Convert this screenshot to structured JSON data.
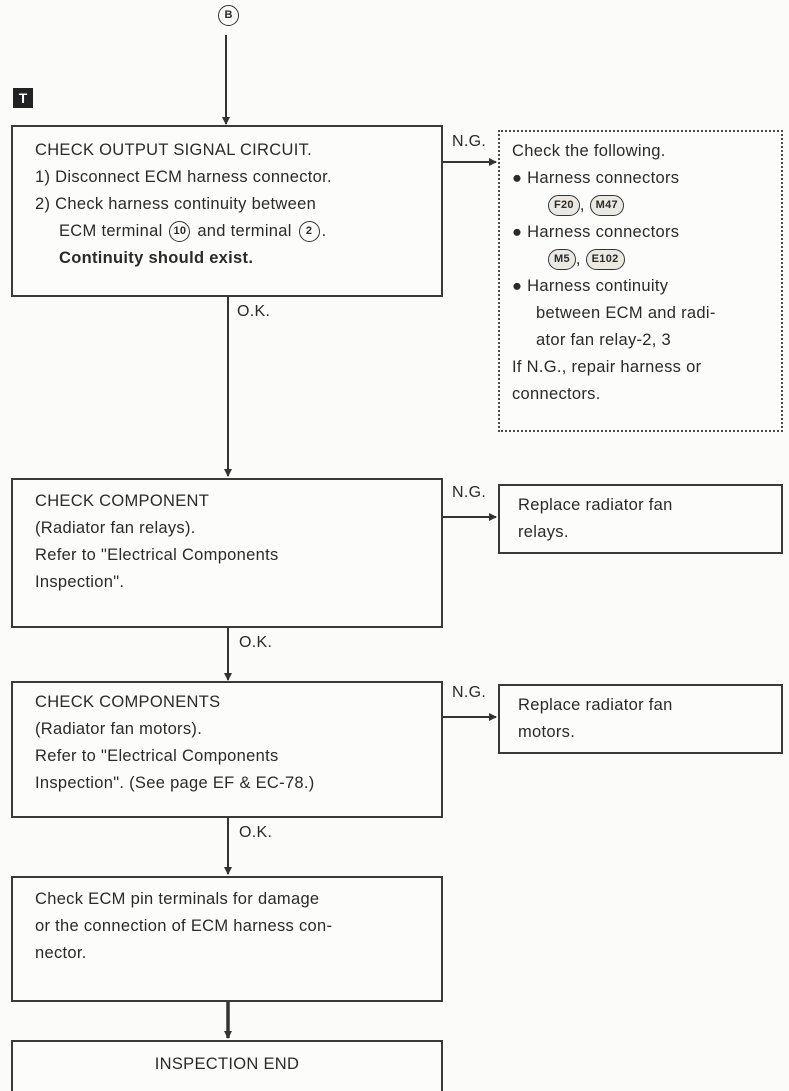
{
  "top_connector": "B",
  "section_marker": "T",
  "step1": {
    "title": "CHECK OUTPUT SIGNAL CIRCUIT.",
    "line1": "1) Disconnect ECM harness connector.",
    "line2": "2) Check harness continuity between",
    "line3_pre": "ECM terminal",
    "line3_term1": "10",
    "line3_mid": "and terminal",
    "line3_term2": "2",
    "line3_post": ".",
    "line4": "Continuity should exist."
  },
  "ng_box1": {
    "title": "Check the following.",
    "bullet1": "Harness connectors",
    "bullet1_conn1": "F20",
    "bullet1_sep": ",",
    "bullet1_conn2": "M47",
    "bullet2": "Harness connectors",
    "bullet2_conn1": "M5",
    "bullet2_sep": ",",
    "bullet2_conn2": "E102",
    "bullet3_l1": "Harness continuity",
    "bullet3_l2": "between ECM and radi-",
    "bullet3_l3": "ator fan relay-2, 3",
    "footer_l1": "If N.G., repair harness or",
    "footer_l2": "connectors."
  },
  "step2": {
    "l1": "CHECK COMPONENT",
    "l2": "(Radiator fan relays).",
    "l3": "Refer to \"Electrical Components",
    "l4": "Inspection\"."
  },
  "ng_box2": {
    "l1": "Replace radiator fan",
    "l2": "relays."
  },
  "step3": {
    "l1": "CHECK COMPONENTS",
    "l2": "(Radiator fan motors).",
    "l3": "Refer to \"Electrical Components",
    "l4": "Inspection\". (See page EF & EC-78.)"
  },
  "ng_box3": {
    "l1": "Replace radiator fan",
    "l2": "motors."
  },
  "step4": {
    "l1": "Check ECM pin terminals for damage",
    "l2": "or the connection of ECM harness con-",
    "l3": "nector."
  },
  "end": {
    "label": "INSPECTION END"
  },
  "labels": {
    "ng": "N.G.",
    "ok": "O.K."
  }
}
